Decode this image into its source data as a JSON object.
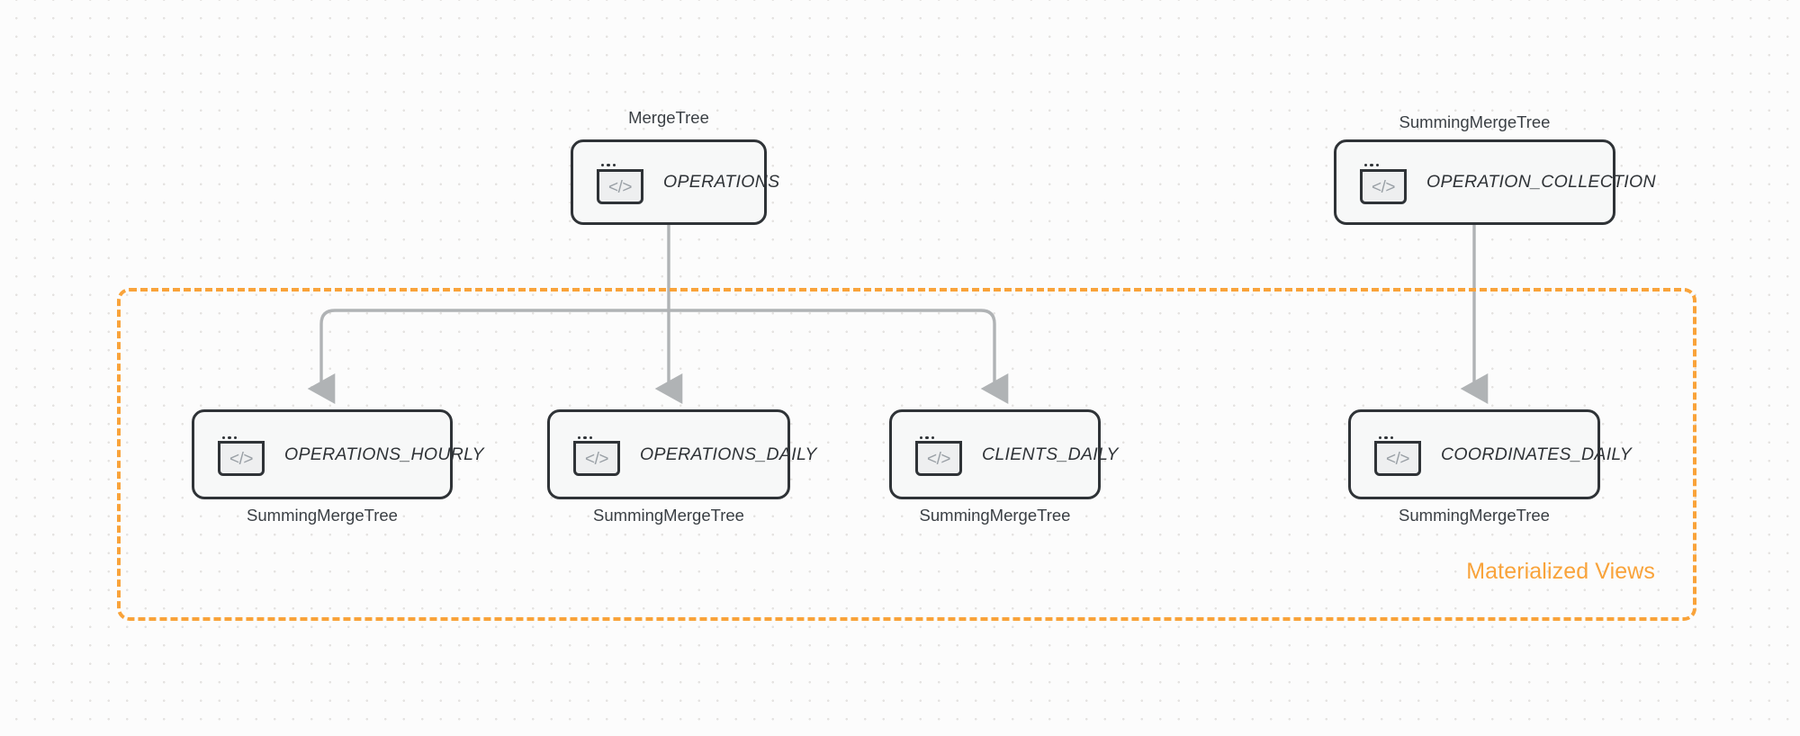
{
  "diagram": {
    "title": "ClickHouse table and materialized view topology",
    "background_color": "#fcfcfc",
    "accent_color": "#f9a33a",
    "node_border_color": "#2f3337",
    "node_fill_color": "#f7f8f8",
    "edge_color": "#b0b3b5",
    "icon_glyph": "</>",
    "group": {
      "label": "Materialized Views",
      "style": "dashed",
      "color": "#f9a33a"
    },
    "sources": [
      {
        "id": "operations",
        "name": "OPERATIONS",
        "engine": "MergeTree",
        "engine_position": "above"
      },
      {
        "id": "operation_collection",
        "name": "OPERATION_COLLECTION",
        "engine": "SummingMergeTree",
        "engine_position": "above"
      }
    ],
    "views": [
      {
        "id": "operations_hourly",
        "name": "OPERATIONS_HOURLY",
        "engine": "SummingMergeTree",
        "engine_position": "below",
        "source": "operations"
      },
      {
        "id": "operations_daily",
        "name": "OPERATIONS_DAILY",
        "engine": "SummingMergeTree",
        "engine_position": "below",
        "source": "operations"
      },
      {
        "id": "clients_daily",
        "name": "CLIENTS_DAILY",
        "engine": "SummingMergeTree",
        "engine_position": "below",
        "source": "operations"
      },
      {
        "id": "coordinates_daily",
        "name": "COORDINATES_DAILY",
        "engine": "SummingMergeTree",
        "engine_position": "below",
        "source": "operation_collection"
      }
    ]
  }
}
